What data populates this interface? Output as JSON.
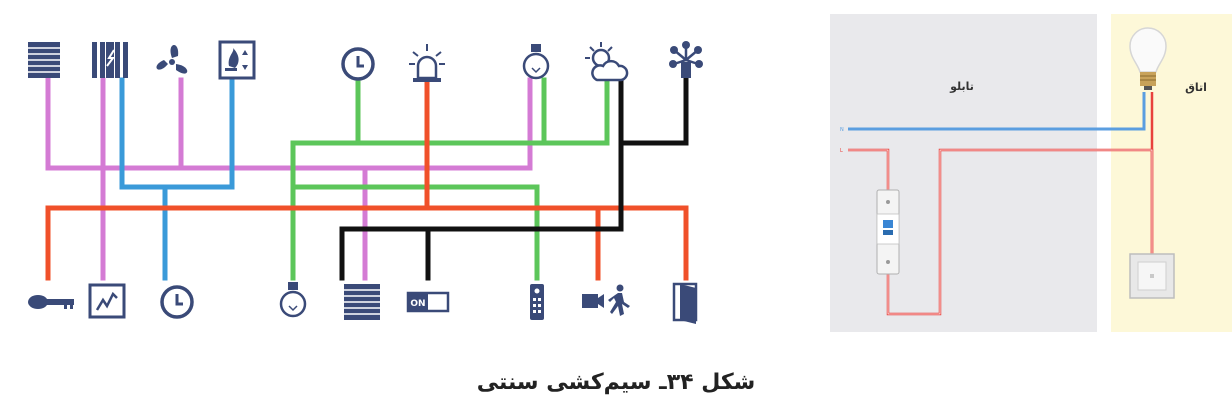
{
  "caption": "شکل ۳۴ـ سیم‌کشی سنتی",
  "room_label": "اتاق",
  "panel_label": "تابلو",
  "neutral_label": "N",
  "line_label": "L",
  "switch_on_label": "ON",
  "colors": {
    "bus_pink": "#d47bd4",
    "bus_blue": "#3a9ad9",
    "bus_green": "#5cc65a",
    "bus_orange": "#f0502a",
    "bus_black": "#111111",
    "icon_dark": "#3a4a78",
    "panel_bg": "#e9e9ec",
    "room_bg": "#fdf8d8",
    "wire_red": "#e8413c",
    "wire_blue": "#5b9ee0"
  },
  "top_icons": [
    "blind-icon",
    "radiator-icon",
    "fan-icon",
    "thermostat-icon",
    "clock-icon",
    "alarm-light-icon",
    "lamp-icon",
    "weather-icon",
    "network-icon"
  ],
  "bottom_icons": [
    "key-icon",
    "chart-monitor-icon",
    "clock-icon",
    "lamp-icon",
    "blind-icon",
    "on-switch-icon",
    "remote-icon",
    "camera-motion-icon",
    "door-icon"
  ]
}
